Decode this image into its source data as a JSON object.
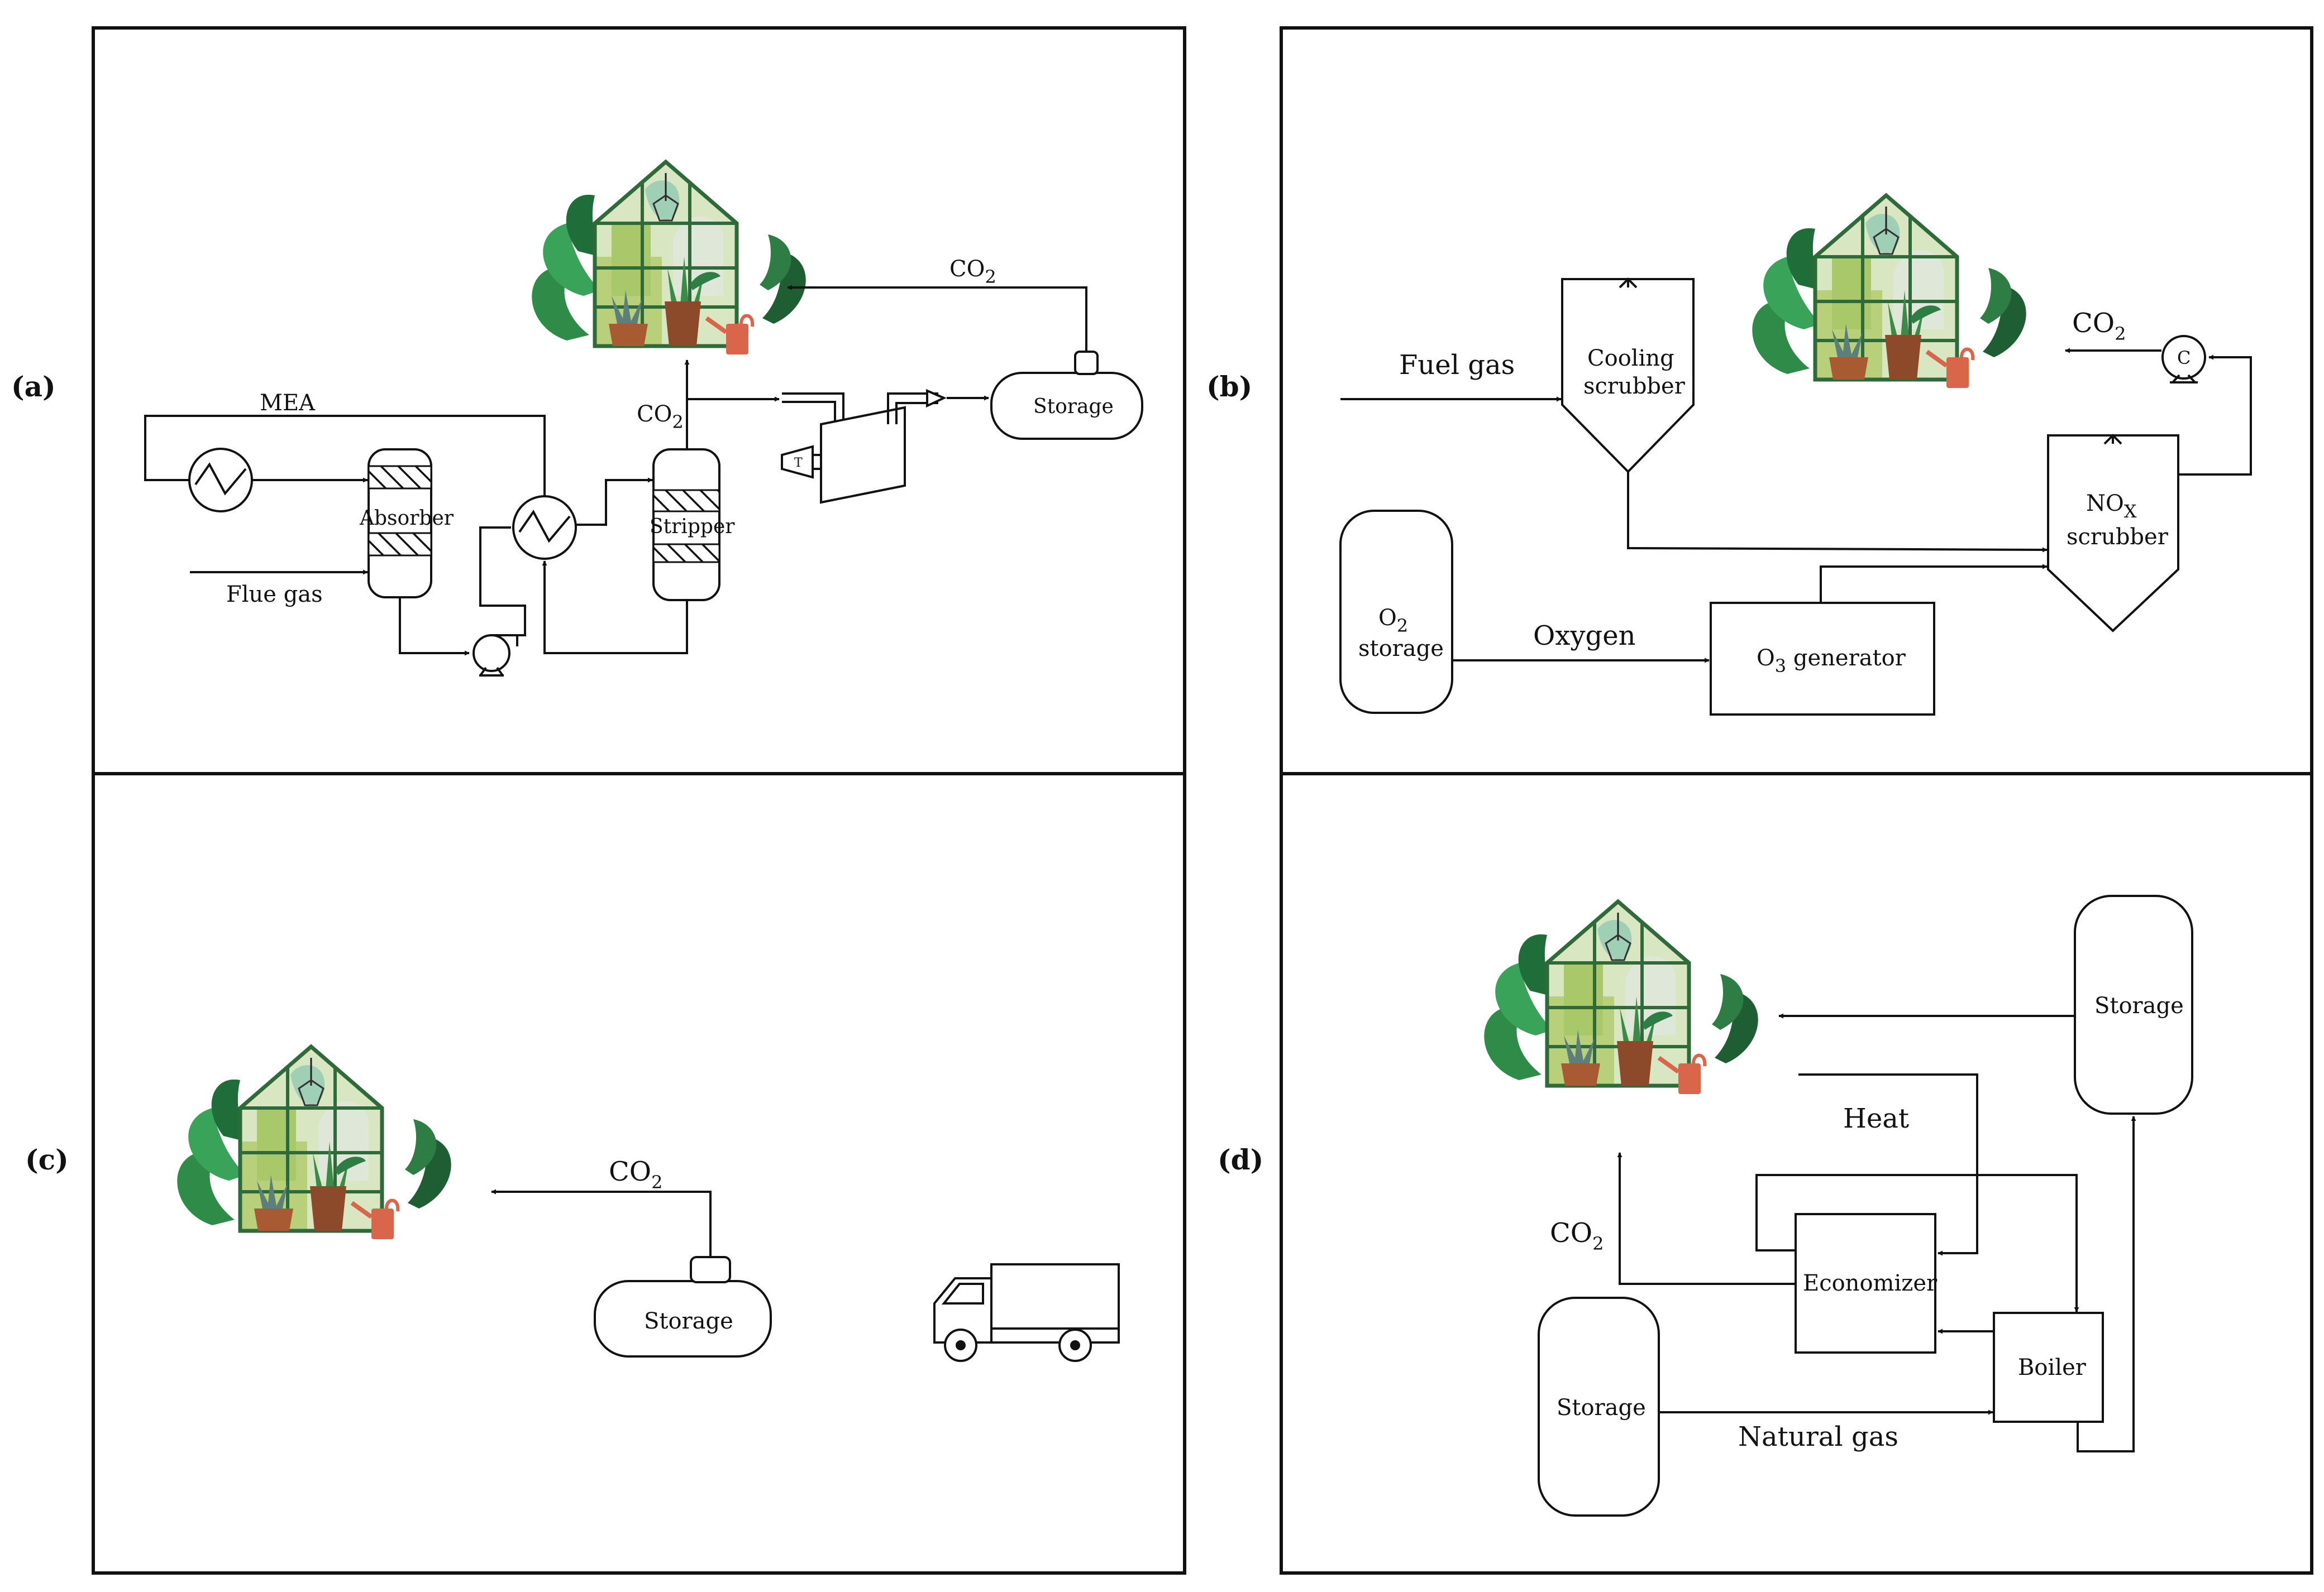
{
  "panels": {
    "a": {
      "label": "(a)",
      "mea": "MEA",
      "absorber": "Absorber",
      "stripper": "Stripper",
      "flue_gas": "Flue gas",
      "co2_main": "CO",
      "co2_main_sub": "2",
      "co2_top": "CO",
      "co2_top_sub": "2",
      "storage": "Storage",
      "turbine": "T"
    },
    "b": {
      "label": "(b)",
      "fuel_gas": "Fuel gas",
      "cooling_line1": "Cooling",
      "cooling_line2": "scrubber",
      "co2": "CO",
      "co2_sub": "2",
      "nox": "NO",
      "nox_sub": "X",
      "nox_line2": "scrubber",
      "o2": "O",
      "o2_sub": "2",
      "o2_line2": "storage",
      "oxygen": "Oxygen",
      "o3": "O",
      "o3_sub": "3",
      "o3_tail": " generator",
      "compressor": "C"
    },
    "c": {
      "label": "(c)",
      "co2": "CO",
      "co2_sub": "2",
      "storage": "Storage"
    },
    "d": {
      "label": "(d)",
      "storage_top": "Storage",
      "heat": "Heat",
      "co2": "CO",
      "co2_sub": "2",
      "economizer": "Economizer",
      "boiler": "Boiler",
      "storage_bottom": "Storage",
      "natural_gas": "Natural gas"
    }
  },
  "colors": {
    "greenhouse_frame": "#2f6b3a",
    "leaf_dark": "#2e8b48",
    "leaf_light": "#b9d07a",
    "pot": "#a85a32",
    "watering_can": "#d9654a"
  }
}
